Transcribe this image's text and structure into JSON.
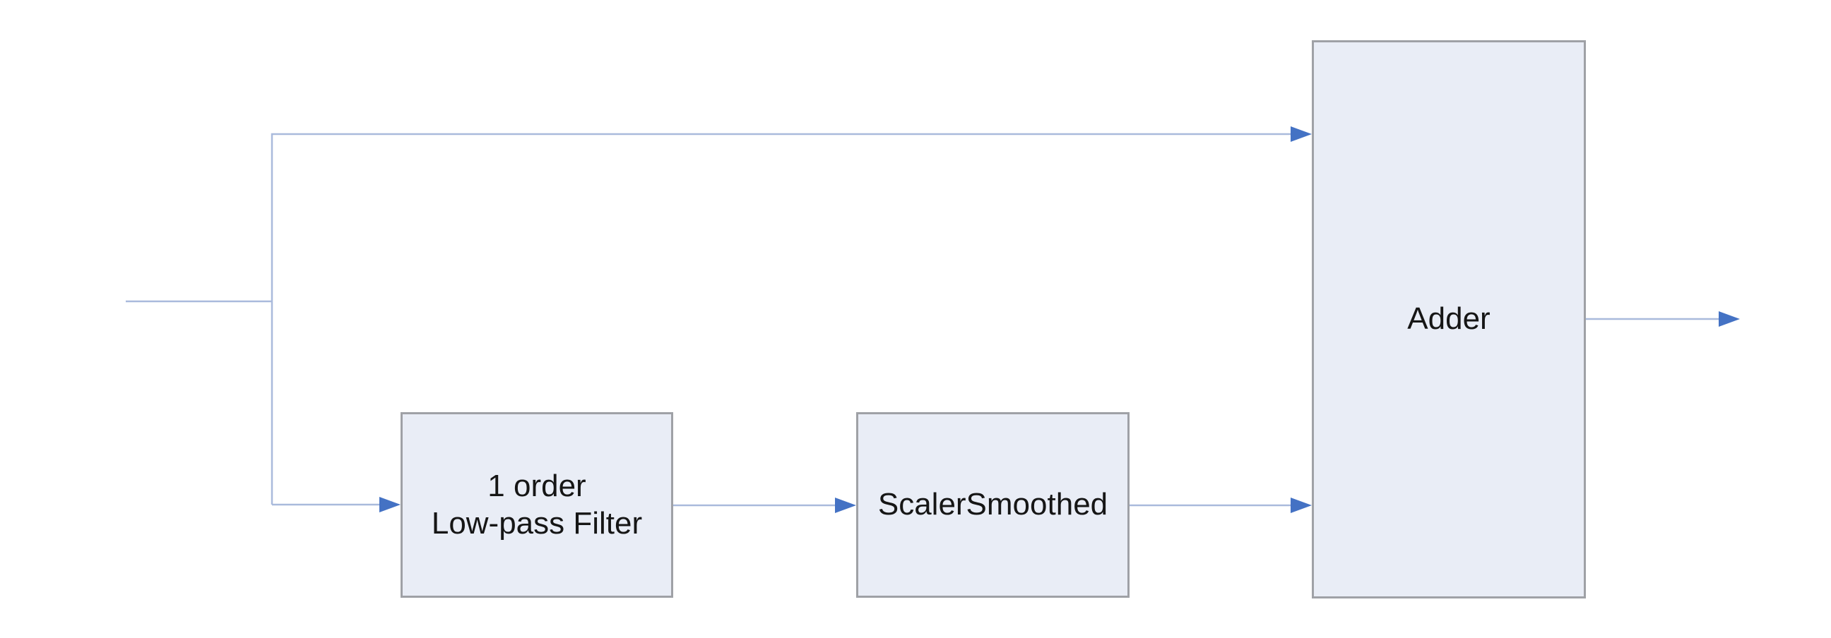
{
  "diagram": {
    "nodes": {
      "lowpass": {
        "line1": "1 order",
        "line2": "Low-pass Filter"
      },
      "scaler": {
        "label": "ScalerSmoothed"
      },
      "adder": {
        "label": "Adder"
      }
    },
    "edges": [
      {
        "from": "input",
        "to": "adder",
        "note": "direct feed-through branch to Adder top input"
      },
      {
        "from": "input",
        "to": "lowpass",
        "note": "branch down into 1 order Low-pass Filter"
      },
      {
        "from": "lowpass",
        "to": "scaler"
      },
      {
        "from": "scaler",
        "to": "adder",
        "note": "into Adder bottom input"
      },
      {
        "from": "adder",
        "to": "output"
      }
    ]
  },
  "colors": {
    "canvas-bg": "#ffffff",
    "block-fill": "#e9edf6",
    "block-border": "#9fa1a6",
    "line": "#a9badc",
    "arrow": "#4472c4",
    "text": "#161616"
  }
}
